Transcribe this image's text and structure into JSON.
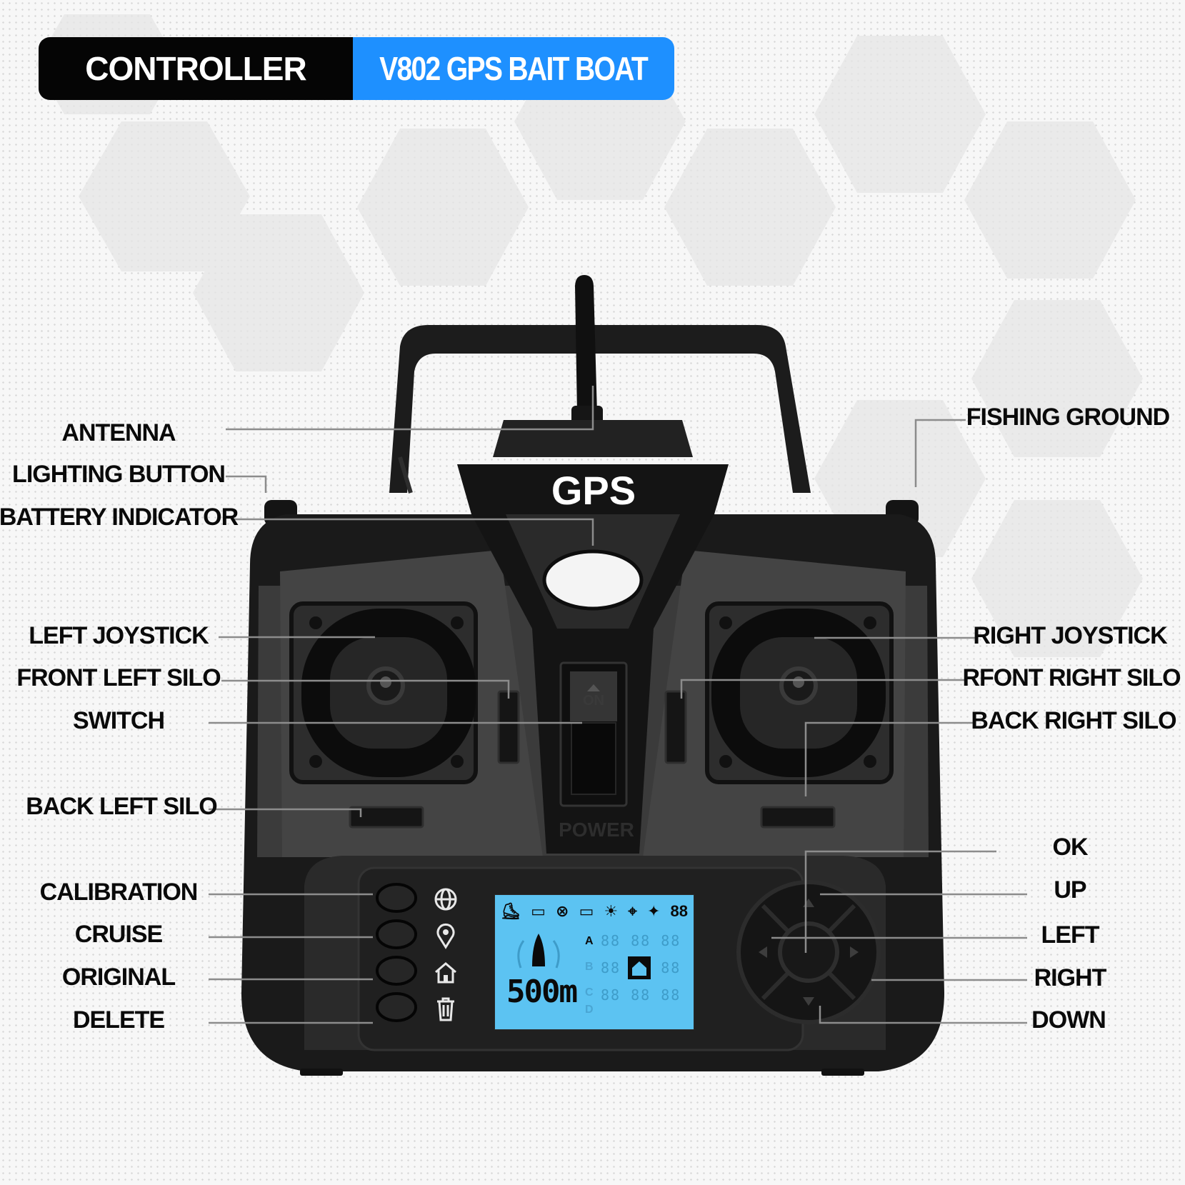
{
  "header": {
    "left": "CONTROLLER",
    "right": "V802 GPS BAIT BOAT"
  },
  "device": {
    "badge": "GPS",
    "switch_on": "ON",
    "switch_power": "POWER"
  },
  "lcd": {
    "signal": "88",
    "distance": "500m",
    "rows": [
      "A",
      "B",
      "C",
      "D"
    ],
    "segment": "88 88 88"
  },
  "side_icons": [
    "globe-icon",
    "location-pin-icon",
    "home-icon",
    "trash-icon"
  ],
  "labels": {
    "left": {
      "antenna": "ANTENNA",
      "lighting_button": "LIGHTING BUTTON",
      "battery_indicator": "BATTERY INDICATOR",
      "left_joystick": "LEFT JOYSTICK",
      "front_left_silo": "FRONT LEFT SILO",
      "switch": "SWITCH",
      "back_left_silo": "BACK LEFT SILO",
      "calibration": "CALIBRATION",
      "cruise": "CRUISE",
      "original": "ORIGINAL",
      "delete": "DELETE"
    },
    "right": {
      "fishing_ground": "FISHING GROUND",
      "right_joystick": "RIGHT JOYSTICK",
      "front_right_silo": "RFONT RIGHT SILO",
      "back_right_silo": "BACK RIGHT SILO",
      "ok": "OK",
      "up": "UP",
      "left": "LEFT",
      "right": "RIGHT",
      "down": "DOWN"
    }
  },
  "colors": {
    "accent": "#1e90ff",
    "lcd": "#5cc3f2",
    "body": "#1a1a1a"
  }
}
